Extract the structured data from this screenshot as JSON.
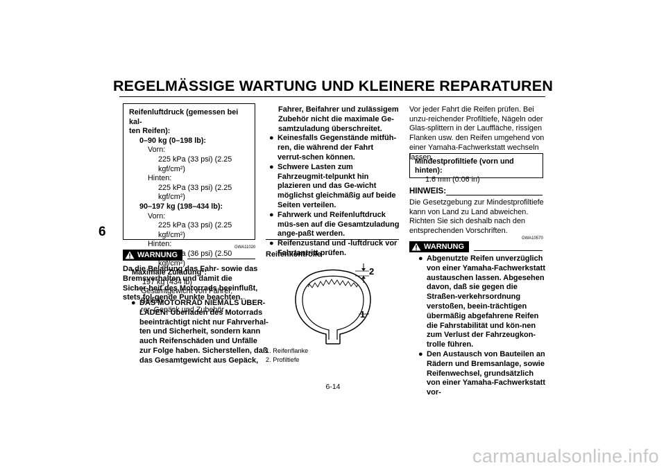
{
  "page": {
    "title": "REGELMÄSSIGE WARTUNG UND KLEINERE REPARATUREN",
    "chapter": "6",
    "page_number": "6-14",
    "watermark": "carmanualsonline.info"
  },
  "pressure_box": {
    "heading": "Reifenluftdruck (gemessen bei kal-\nten Reifen):",
    "range1": "0–90 kg (0–198 lb):",
    "front_label1": "Vorn:",
    "front_value1": "225 kPa (33 psi) (2.25 kgf/cm²)",
    "rear_label1": "Hinten:",
    "rear_value1": "225 kPa (33 psi) (2.25 kgf/cm²)",
    "range2": "90–197 kg (198–434 lb):",
    "front_label2": "Vorn:",
    "front_value2": "225 kPa (33 psi) (2.25 kgf/cm²)",
    "rear_label2": "Hinten:",
    "rear_value2": "250 kPa (36 psi) (2.50 kgf/cm²)",
    "max_load_label": "Maximale Zuladung*:",
    "max_load_value": "197 kg (434 lb)",
    "footnote": "* Gesamtgewicht von Fahrer, Beifah-\nrer, Gepäck und Zubehör"
  },
  "warning1": {
    "label": "WARNUNG",
    "code": "GWA11020",
    "intro": "Da die Beladung das Fahr- sowie das Bremsverhalten und damit die Sicher-heit des Motorrads beeinflußt, stets fol-gende Punkte beachten.",
    "bullet1": "DAS MOTORRAD NIEMALS ÜBER-LADEN! Überladen des Motorrads beeinträchtigt nicht nur Fahrverhal-ten und Sicherheit, sondern kann auch Reifenschäden und Unfälle zur Folge haben. Sicherstellen, daß das Gesamtgewicht aus Gepäck,",
    "bullet1_cont": "Fahrer, Beifahrer und zulässigem Zubehör nicht die maximale Ge-samtzuladung überschreitet.",
    "bullet2": "Keinesfalls Gegenstände mitfüh-ren, die während der Fahrt verrut-schen können.",
    "bullet3": "Schwere Lasten zum Fahrzeugmit-telpunkt hin plazieren und das Ge-wicht möglichst gleichmäßig auf beide Seiten verteilen.",
    "bullet4": "Fahrwerk und Reifenluftdruck müs-sen auf die Gesamtzuladung ange-paßt werden.",
    "bullet5": "Reifenzustand und -luftdruck vor Fahrtantritt prüfen."
  },
  "tire_check": {
    "heading": "Reifenkontrolle",
    "callout1": "1",
    "callout2": "2",
    "caption1": "1. Reifenflanke",
    "caption2": "2. Profiltiefe"
  },
  "col3": {
    "intro": "Vor jeder Fahrt die Reifen prüfen. Bei unzu-reichender Profiltiefe, Nägeln oder Glas-splittern in der Lauffläche, rissigen Flanken usw. den Reifen umgehend von einer Yamaha-Fachwerkstatt wechseln lassen.",
    "min_tread_label": "Mindestprofiltiefe (vorn und hinten):",
    "min_tread_value": "1.6 mm (0.06 in)",
    "note_label": "HINWEIS:",
    "note_text": "Die Gesetzgebung zur Mindestprofiltiefe kann von Land zu Land abweichen. Richten Sie sich deshalb nach den entsprechenden Vorschriften."
  },
  "warning2": {
    "label": "WARNUNG",
    "code": "GWA10570",
    "bullet1": "Abgenutzte Reifen unverzüglich von einer Yamaha-Fachwerkstatt austauschen lassen. Abgesehen davon, daß sie gegen die Straßen-verkehrsordnung verstoßen, beein-trächtigen übermäßig abgefahrene Reifen die Fahrstabilität und kön-nen zum Verlust der Fahrzeugkon-trolle führen.",
    "bullet2": "Den Austausch von Bauteilen an Rädern und Bremsanlage, sowie Reifenwechsel, grundsätzlich von einer Yamaha-Fachwerkstatt vor-"
  }
}
